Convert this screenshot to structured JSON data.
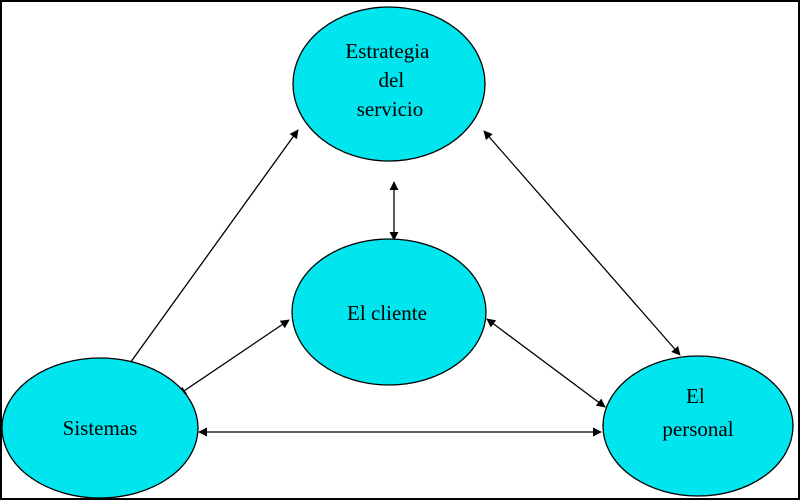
{
  "diagram": {
    "colors": {
      "node_fill": "#00e5ee",
      "node_stroke": "#000000",
      "edge": "#000000",
      "background": "#ffffff",
      "frame": "#000000"
    },
    "nodes": {
      "estrategia": [
        "Estrategia",
        "del",
        "servicio"
      ],
      "cliente": [
        "El cliente"
      ],
      "sistemas": [
        "Sistemas"
      ],
      "personal": [
        "El",
        "personal"
      ]
    }
  }
}
